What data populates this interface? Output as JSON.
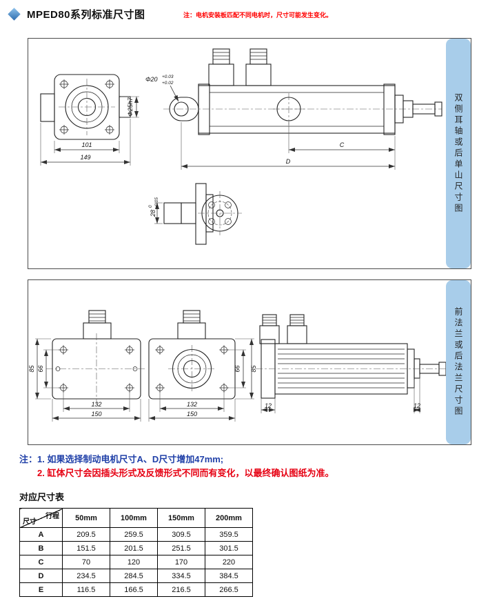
{
  "header": {
    "icon": "diamond-icon",
    "title": "MPED80系列标准尺寸图",
    "warning": "注：电机安装板匹配不同电机时，尺寸可能发生变化。"
  },
  "colors": {
    "strip_blue": "#a8cdea",
    "warning_red": "#ff0000",
    "note_blue": "#2040a8",
    "note_red": "#e60012"
  },
  "panel1": {
    "side_label": "双侧耳轴或后单山尺寸图",
    "dims": {
      "shaft_dia": "Φ25h7",
      "bolt_span": "101",
      "flange_width": "149",
      "pin_dia": "Φ20",
      "pin_tol_upper": "+0.03",
      "pin_tol_lower": "+0.02",
      "length_c": "C",
      "length_d": "D",
      "ear_width": "28",
      "ear_tol_upper": "0",
      "ear_tol_lower": "-0.05"
    }
  },
  "panel2": {
    "side_label": "前法兰或后法兰尺寸图",
    "dims": {
      "hole_span_v": "66",
      "flange_height": "85",
      "hole_span_h": "132",
      "flange_width": "150",
      "end_offset": "12"
    }
  },
  "notes": {
    "line1": "注：1. 如果选择制动电机尺寸A、D尺寸增加47mm;",
    "line2": "2. 缸体尺寸会因插头形式及反馈形式不同而有变化，以最终确认图纸为准。"
  },
  "table": {
    "title": "对应尺寸表",
    "corner_top": "行程",
    "corner_left": "尺寸",
    "columns": [
      "50mm",
      "100mm",
      "150mm",
      "200mm"
    ],
    "rows": [
      {
        "label": "A",
        "values": [
          "209.5",
          "259.5",
          "309.5",
          "359.5"
        ]
      },
      {
        "label": "B",
        "values": [
          "151.5",
          "201.5",
          "251.5",
          "301.5"
        ]
      },
      {
        "label": "C",
        "values": [
          "70",
          "120",
          "170",
          "220"
        ]
      },
      {
        "label": "D",
        "values": [
          "234.5",
          "284.5",
          "334.5",
          "384.5"
        ]
      },
      {
        "label": "E",
        "values": [
          "116.5",
          "166.5",
          "216.5",
          "266.5"
        ]
      }
    ]
  }
}
